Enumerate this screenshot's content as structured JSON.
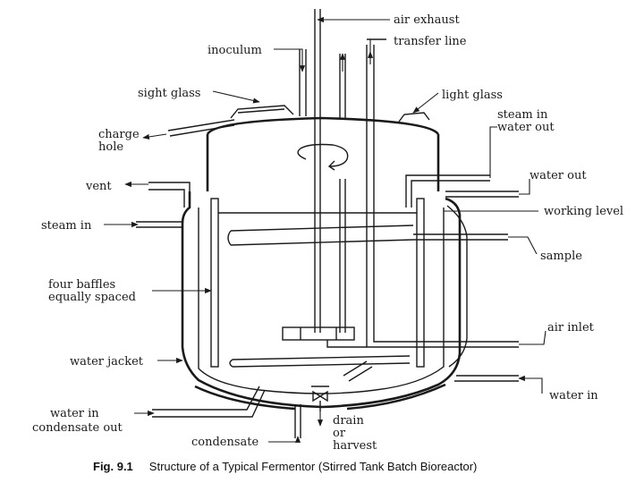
{
  "labels": {
    "air_exhaust": "air exhaust",
    "inoculum": "inoculum",
    "transfer_line": "transfer line",
    "sight_glass": "sight glass",
    "light_glass": "light glass",
    "charge_hole_1": "charge",
    "charge_hole_2": "hole",
    "steam_in_top": "steam in",
    "water_out_top": "water out",
    "vent": "vent",
    "water_out": "water out",
    "steam_in": "steam in",
    "working_level": "working level",
    "sample": "sample",
    "baffles_1": "four baffles",
    "baffles_2": "equally spaced",
    "air_inlet": "air inlet",
    "water_jacket": "water jacket",
    "water_in": "water in",
    "water_in_left_1": "water in",
    "water_in_left_2": "condensate out",
    "drain_1": "drain",
    "drain_2": "or",
    "drain_3": "harvest",
    "condensate": "condensate"
  },
  "caption": {
    "figure": "Fig. 9.1",
    "text": "Structure of a Typical Fermentor (Stirred Tank Batch Bioreactor)"
  }
}
